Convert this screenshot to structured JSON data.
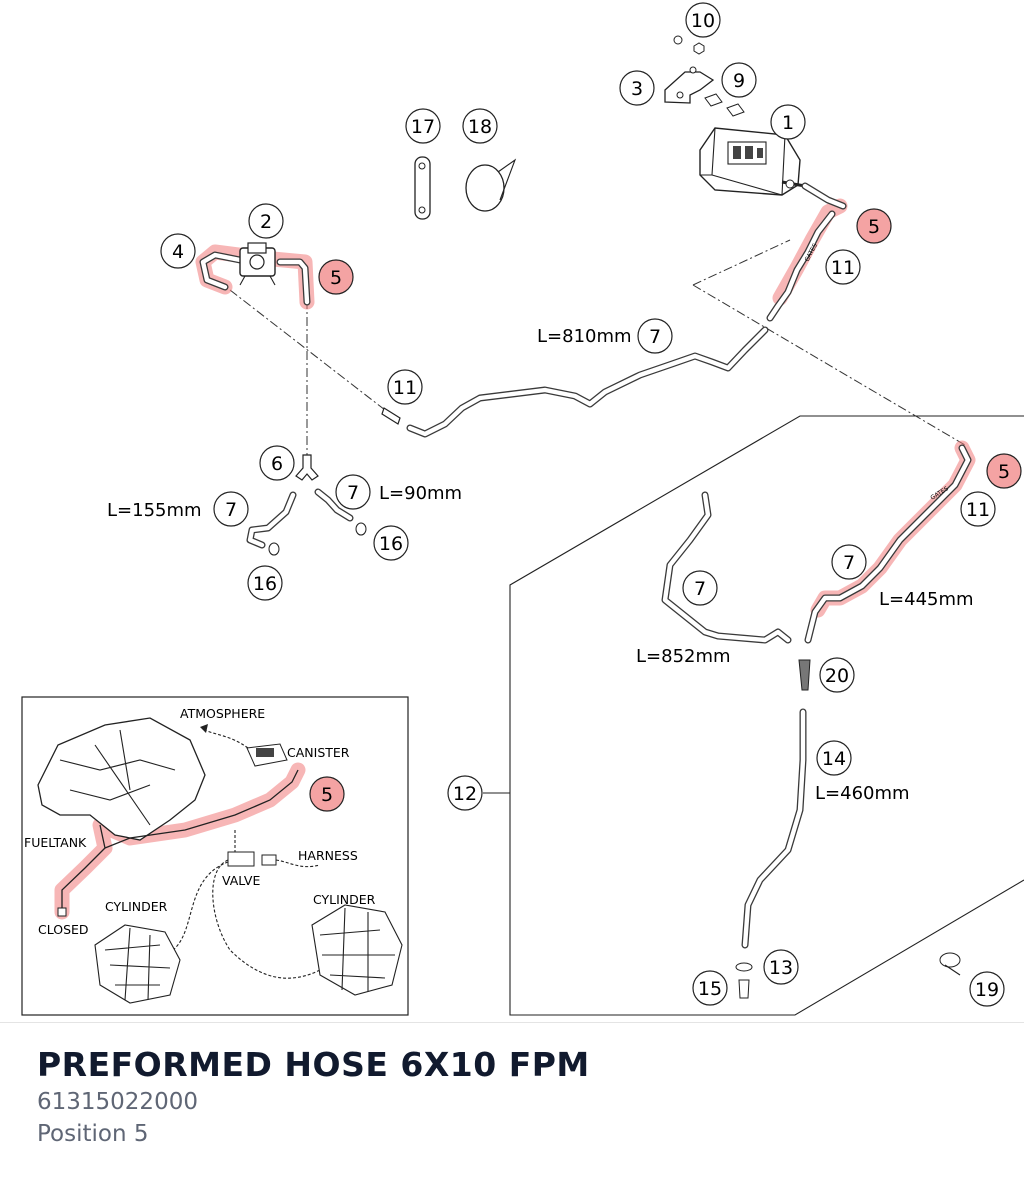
{
  "footer": {
    "title": "PREFORMED HOSE 6X10 FPM",
    "part_number": "61315022000",
    "position": "Position 5"
  },
  "colors": {
    "highlight": "#f07a7a",
    "callout_highlight_fill": "#f4a3a3",
    "title_text": "#111a2e",
    "subtitle_text": "#5f6675"
  },
  "highlighted_position": "5",
  "callouts": [
    "1",
    "2",
    "3",
    "4",
    "5",
    "5",
    "5",
    "5",
    "6",
    "7",
    "7",
    "7",
    "7",
    "7",
    "9",
    "10",
    "11",
    "11",
    "11",
    "12",
    "13",
    "14",
    "15",
    "16",
    "16",
    "17",
    "18",
    "19",
    "20"
  ],
  "dimensions": {
    "d810": "L=810mm",
    "d155": "L=155mm",
    "d90": "L=90mm",
    "d445": "L=445mm",
    "d852": "L=852mm",
    "d460": "L=460mm"
  },
  "inset": {
    "atmosphere": "ATMOSPHERE",
    "canister": "CANISTER",
    "fueltank": "FUELTANK",
    "harness": "HARNESS",
    "valve": "VALVE",
    "cylinder_left": "CYLINDER",
    "cylinder_right": "CYLINDER",
    "closed": "CLOSED"
  }
}
